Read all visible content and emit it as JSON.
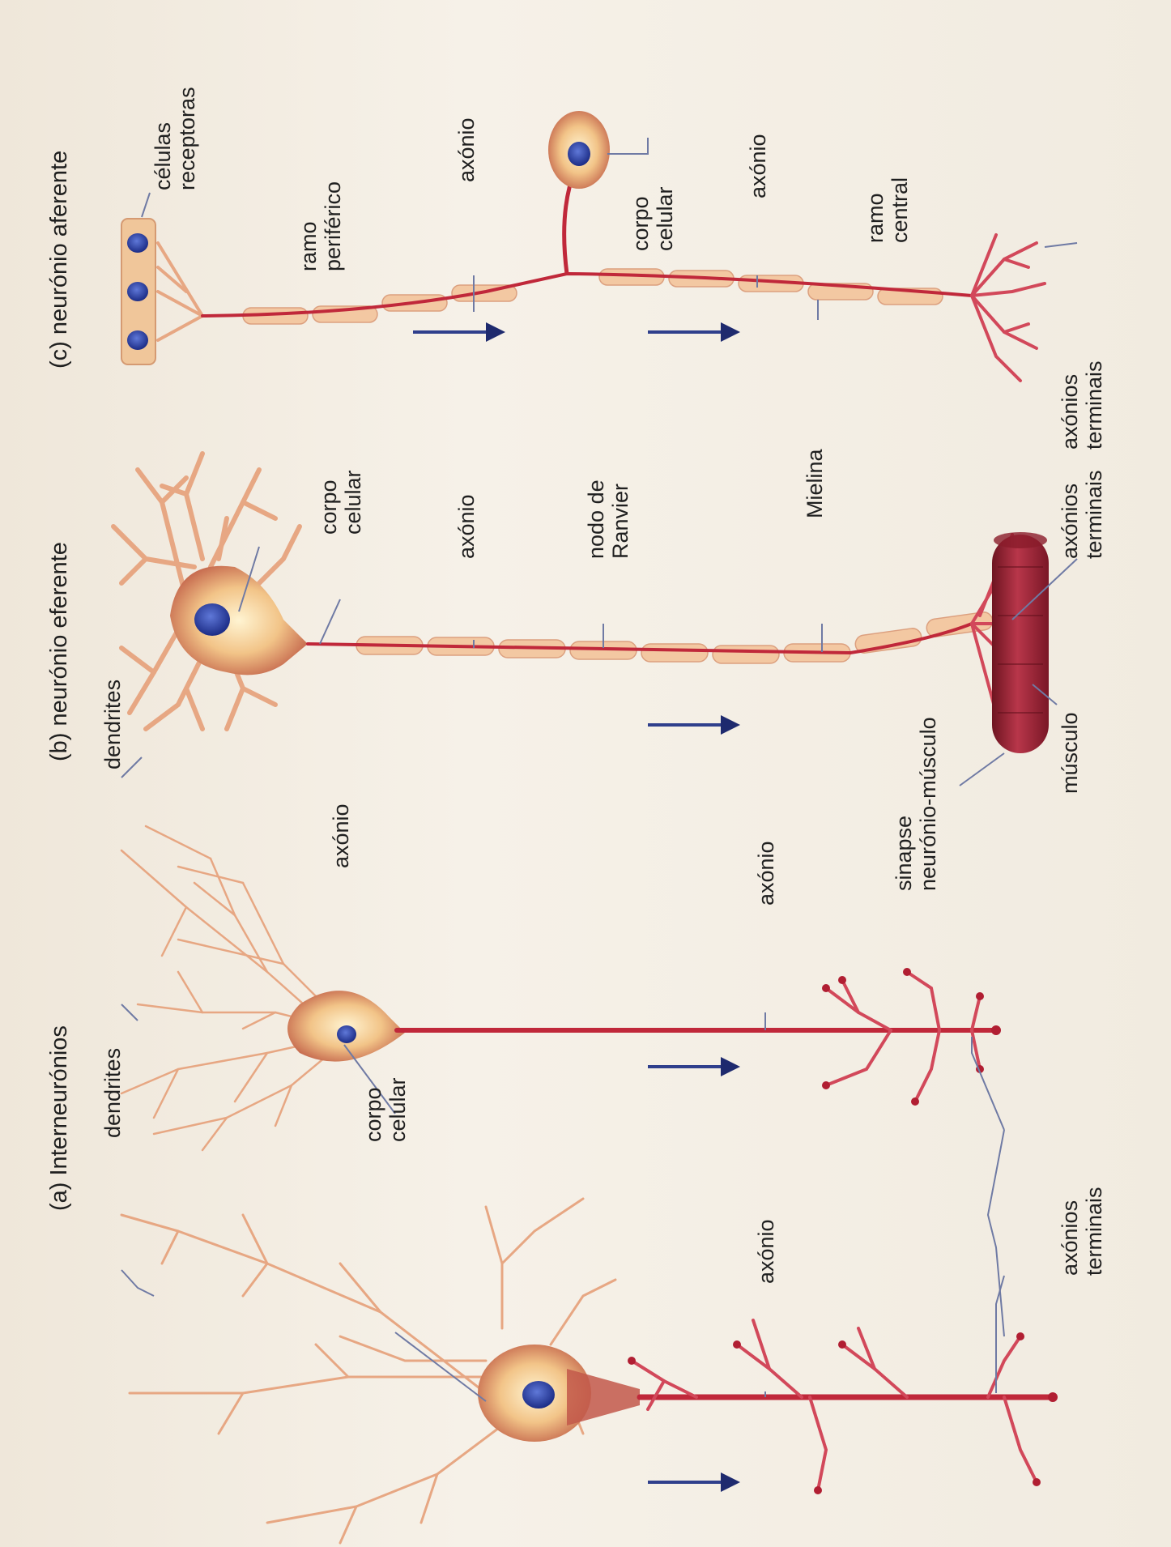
{
  "panels": {
    "a": {
      "title": "(a) Interneurónios"
    },
    "b": {
      "title": "(b) neurónio eferente"
    },
    "c": {
      "title": "(c) neurónio aferente"
    }
  },
  "labels": {
    "a_dendrites": "dendrites",
    "a_corpo_celular": [
      "corpo",
      "celular"
    ],
    "a_axonio_1": "axónio",
    "a_axonio_2": "axónio",
    "a_axonio_3": "axónio",
    "a_axonios_terminais": [
      "axónios",
      "terminais"
    ],
    "b_dendrites": "dendrites",
    "b_corpo_celular": [
      "corpo",
      "celular"
    ],
    "b_axonio": "axónio",
    "b_nodo": [
      "nodo de",
      "Ranvier"
    ],
    "b_mielina": "Mielina",
    "b_axonios_terminais": [
      "axónios",
      "terminais"
    ],
    "b_sinapse": [
      "sinapse",
      "neurónio-músculo"
    ],
    "b_musculo": "músculo",
    "c_celulas": [
      "células",
      "receptoras"
    ],
    "c_ramo_periferico": [
      "ramo",
      "periférico"
    ],
    "c_axonio_1": "axónio",
    "c_corpo_celular": [
      "corpo",
      "celular"
    ],
    "c_axonio_2": "axónio",
    "c_ramo_central": [
      "ramo",
      "central"
    ],
    "c_axonios_terminais": [
      "axónios",
      "terminais"
    ]
  },
  "colors": {
    "axon": "#c0283a",
    "myelin": "#f3c8a2",
    "cell_body": "#f0c08a",
    "nucleus": "#2b3f9a",
    "muscle": "#9a1f2e",
    "arrow": "#1e2a6e"
  }
}
